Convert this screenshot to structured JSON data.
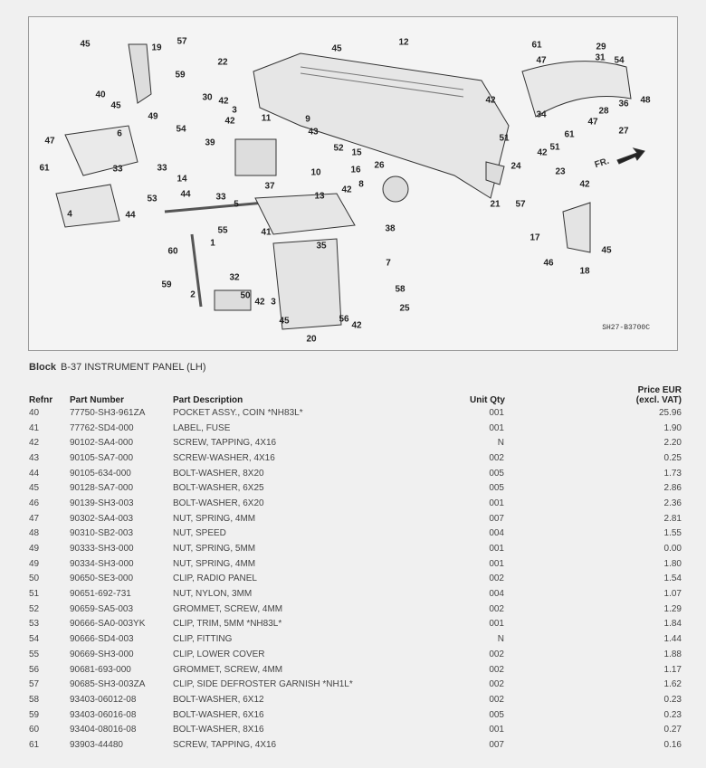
{
  "diagram": {
    "code": "SH27-B3700C",
    "front_label": "FR.",
    "callouts": [
      "45",
      "19",
      "57",
      "22",
      "59",
      "45",
      "12",
      "61",
      "29",
      "47",
      "31",
      "54",
      "40",
      "45",
      "49",
      "42",
      "30",
      "3",
      "42",
      "11",
      "9",
      "42",
      "36",
      "48",
      "34",
      "28",
      "47",
      "6",
      "47",
      "54",
      "39",
      "43",
      "52",
      "15",
      "51",
      "51",
      "61",
      "27",
      "61",
      "33",
      "33",
      "14",
      "10",
      "16",
      "26",
      "8",
      "24",
      "42",
      "23",
      "5",
      "33",
      "37",
      "13",
      "42",
      "53",
      "44",
      "4",
      "44",
      "21",
      "57",
      "42",
      "1",
      "55",
      "41",
      "38",
      "35",
      "17",
      "45",
      "46",
      "18",
      "60",
      "59",
      "2",
      "32",
      "50",
      "42",
      "3",
      "7",
      "58",
      "25",
      "45",
      "56",
      "42",
      "20"
    ]
  },
  "block": {
    "label": "Block",
    "title": "B-37 INSTRUMENT PANEL (LH)"
  },
  "table": {
    "headers": {
      "refnr": "Refnr",
      "part_number": "Part Number",
      "description": "Part Description",
      "qty": "Unit Qty",
      "price_line1": "Price EUR",
      "price_line2": "(excl. VAT)"
    },
    "rows": [
      {
        "ref": "40",
        "part": "77750-SH3-961ZA",
        "desc": "POCKET ASSY., COIN *NH83L*",
        "qty": "001",
        "price": "25.96"
      },
      {
        "ref": "41",
        "part": "77762-SD4-000",
        "desc": "LABEL, FUSE",
        "qty": "001",
        "price": "1.90"
      },
      {
        "ref": "42",
        "part": "90102-SA4-000",
        "desc": "SCREW, TAPPING, 4X16",
        "qty": "N",
        "price": "2.20"
      },
      {
        "ref": "43",
        "part": "90105-SA7-000",
        "desc": "SCREW-WASHER, 4X16",
        "qty": "002",
        "price": "0.25"
      },
      {
        "ref": "44",
        "part": "90105-634-000",
        "desc": "BOLT-WASHER, 8X20",
        "qty": "005",
        "price": "1.73"
      },
      {
        "ref": "45",
        "part": "90128-SA7-000",
        "desc": "BOLT-WASHER, 6X25",
        "qty": "005",
        "price": "2.86"
      },
      {
        "ref": "46",
        "part": "90139-SH3-003",
        "desc": "BOLT-WASHER, 6X20",
        "qty": "001",
        "price": "2.36"
      },
      {
        "ref": "47",
        "part": "90302-SA4-003",
        "desc": "NUT, SPRING, 4MM",
        "qty": "007",
        "price": "2.81"
      },
      {
        "ref": "48",
        "part": "90310-SB2-003",
        "desc": "NUT, SPEED",
        "qty": "004",
        "price": "1.55"
      },
      {
        "ref": "49",
        "part": "90333-SH3-000",
        "desc": "NUT, SPRING, 5MM",
        "qty": "001",
        "price": "0.00"
      },
      {
        "ref": "49",
        "part": "90334-SH3-000",
        "desc": "NUT, SPRING, 4MM",
        "qty": "001",
        "price": "1.80"
      },
      {
        "ref": "50",
        "part": "90650-SE3-000",
        "desc": "CLIP, RADIO PANEL",
        "qty": "002",
        "price": "1.54"
      },
      {
        "ref": "51",
        "part": "90651-692-731",
        "desc": "NUT, NYLON, 3MM",
        "qty": "004",
        "price": "1.07"
      },
      {
        "ref": "52",
        "part": "90659-SA5-003",
        "desc": "GROMMET, SCREW, 4MM",
        "qty": "002",
        "price": "1.29"
      },
      {
        "ref": "53",
        "part": "90666-SA0-003YK",
        "desc": "CLIP, TRIM, 5MM *NH83L*",
        "qty": "001",
        "price": "1.84"
      },
      {
        "ref": "54",
        "part": "90666-SD4-003",
        "desc": "CLIP, FITTING",
        "qty": "N",
        "price": "1.44"
      },
      {
        "ref": "55",
        "part": "90669-SH3-000",
        "desc": "CLIP, LOWER COVER",
        "qty": "002",
        "price": "1.88"
      },
      {
        "ref": "56",
        "part": "90681-693-000",
        "desc": "GROMMET, SCREW, 4MM",
        "qty": "002",
        "price": "1.17"
      },
      {
        "ref": "57",
        "part": "90685-SH3-003ZA",
        "desc": "CLIP, SIDE DEFROSTER GARNISH *NH1L*",
        "qty": "002",
        "price": "1.62"
      },
      {
        "ref": "58",
        "part": "93403-06012-08",
        "desc": "BOLT-WASHER, 6X12",
        "qty": "002",
        "price": "0.23"
      },
      {
        "ref": "59",
        "part": "93403-06016-08",
        "desc": "BOLT-WASHER, 6X16",
        "qty": "005",
        "price": "0.23"
      },
      {
        "ref": "60",
        "part": "93404-08016-08",
        "desc": "BOLT-WASHER, 8X16",
        "qty": "001",
        "price": "0.27"
      },
      {
        "ref": "61",
        "part": "93903-44480",
        "desc": "SCREW, TAPPING, 4X16",
        "qty": "007",
        "price": "0.16"
      }
    ]
  }
}
